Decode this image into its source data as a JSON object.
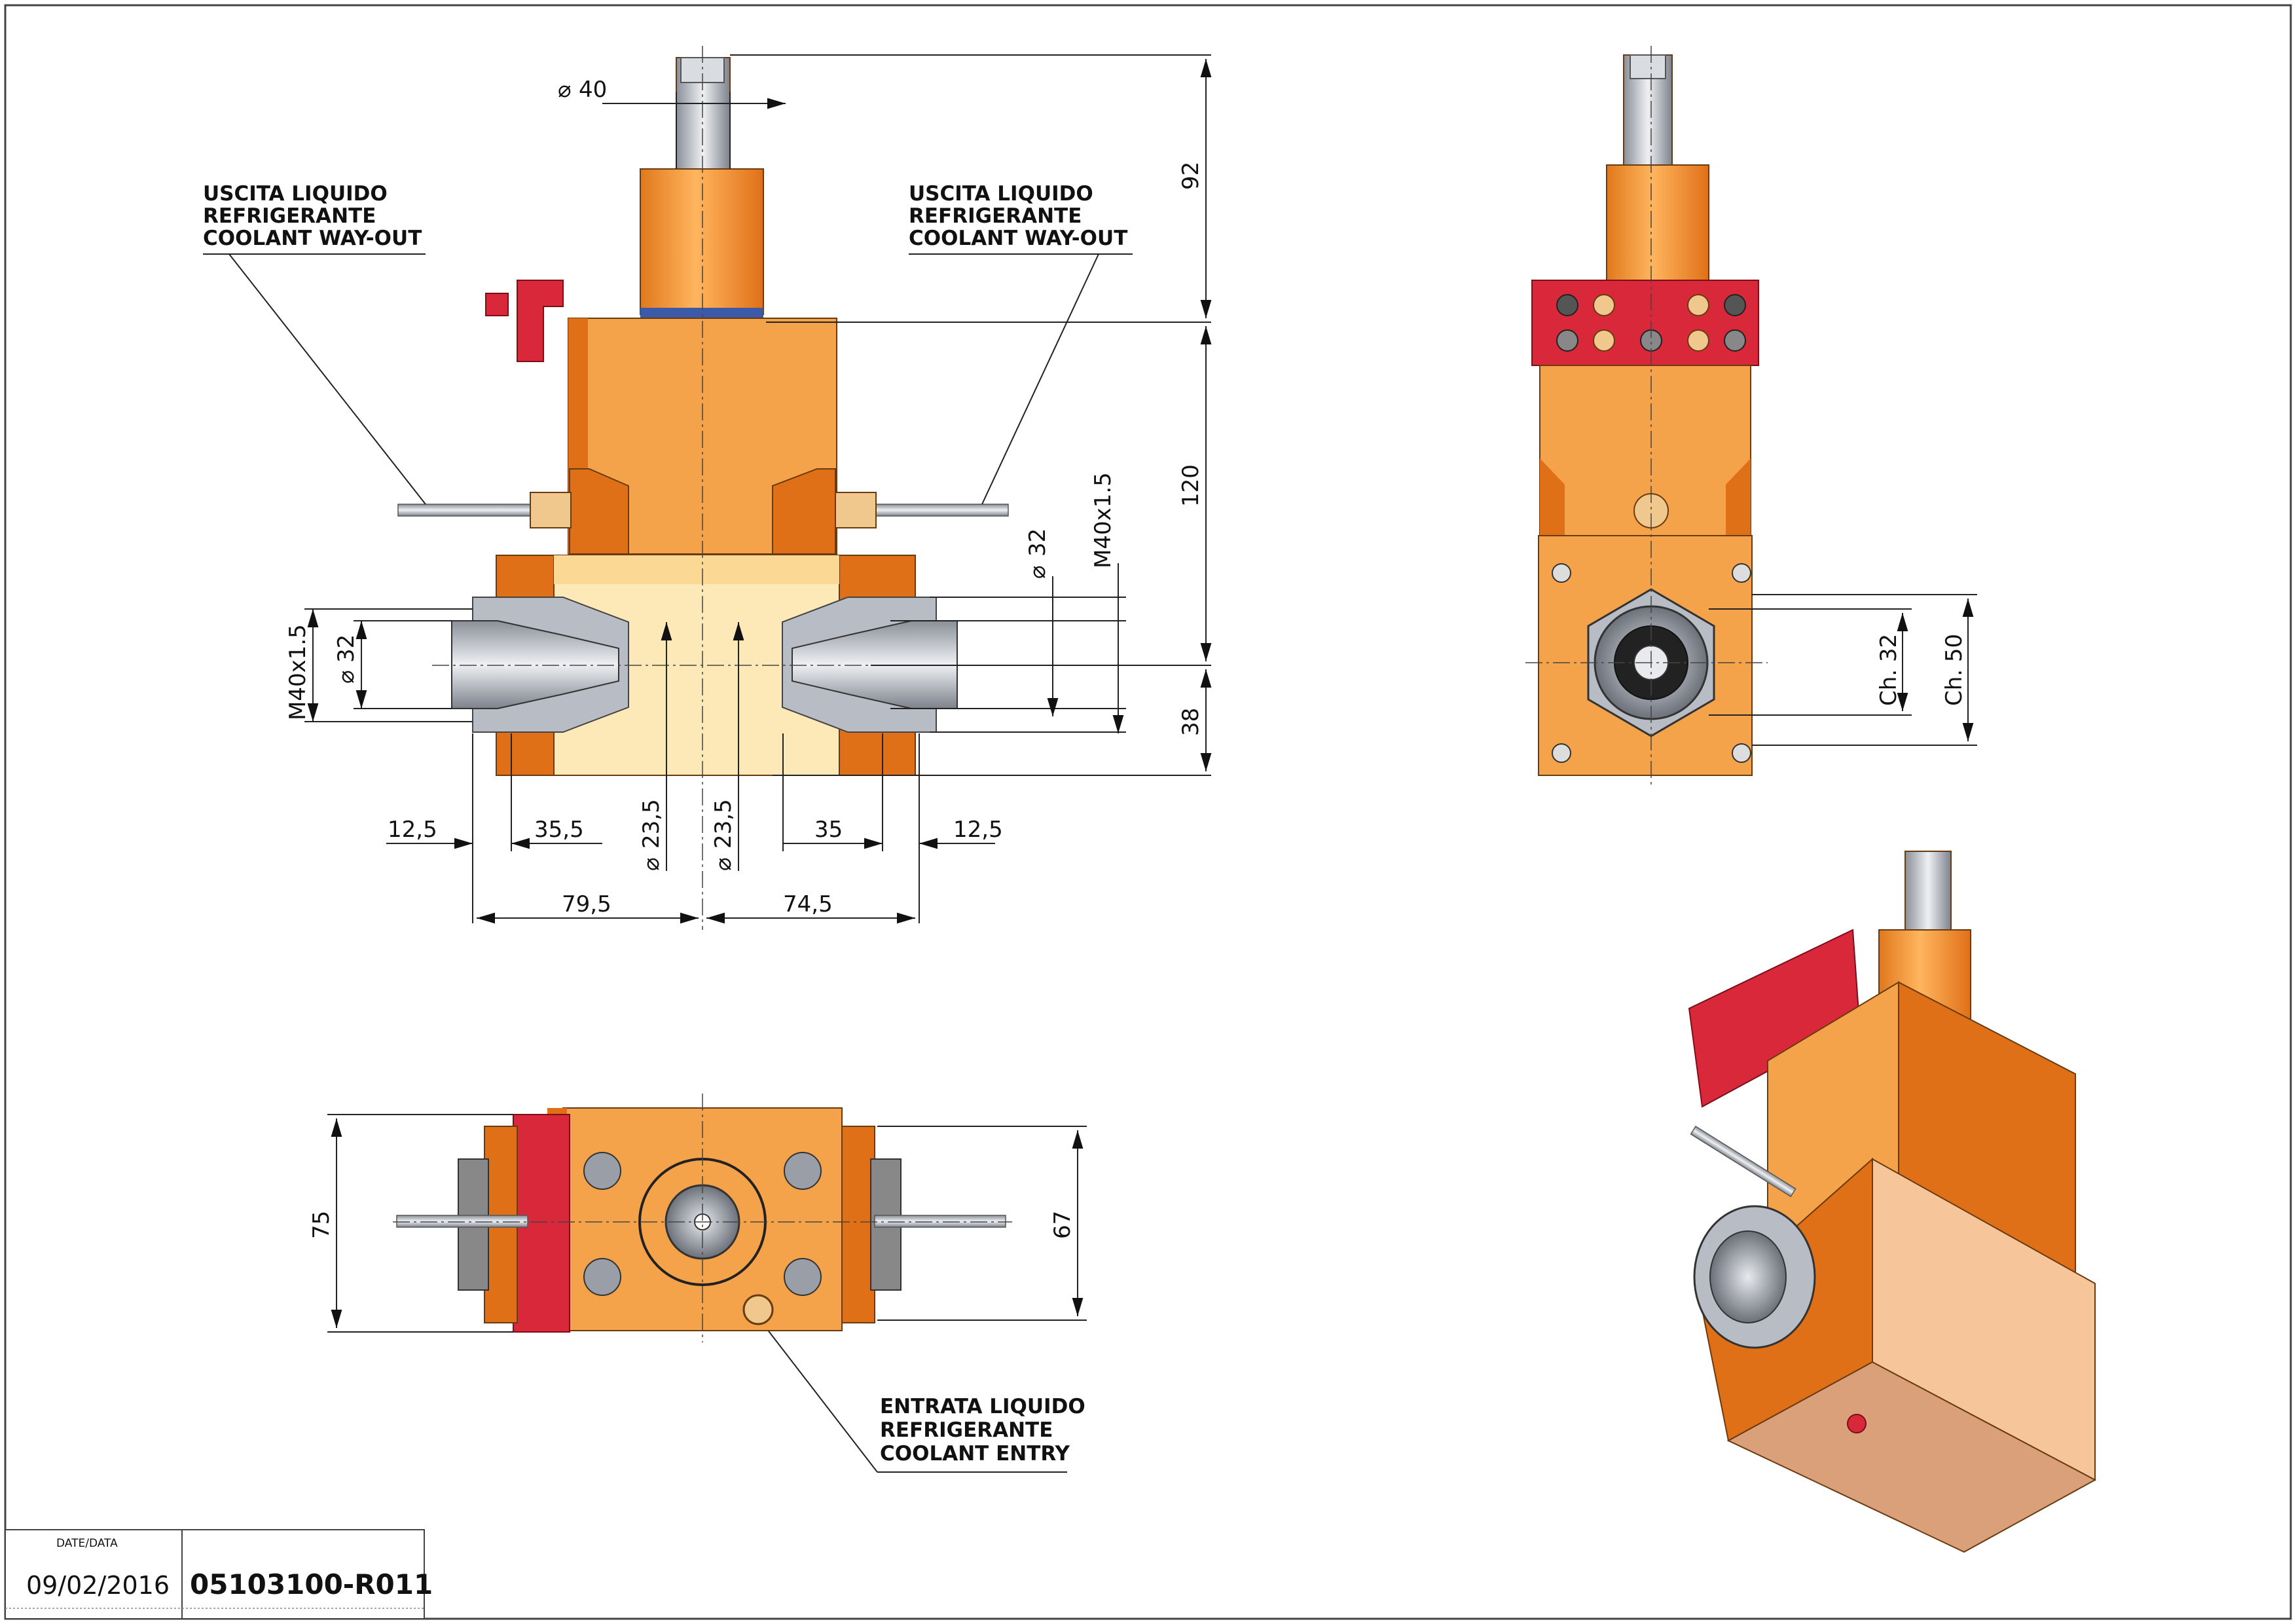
{
  "labels": {
    "coolant_out_left": [
      "USCITA LIQUIDO",
      "REFRIGERANTE",
      "COOLANT WAY-OUT"
    ],
    "coolant_out_right": [
      "USCITA LIQUIDO",
      "REFRIGERANTE",
      "COOLANT WAY-OUT"
    ],
    "coolant_entry": [
      "ENTRATA LIQUIDO",
      "REFRIGERANTE",
      "COOLANT ENTRY"
    ]
  },
  "dimensions": {
    "shaft_diameter": "40",
    "height_top": "92",
    "height_mid": "120",
    "height_bottom": "38",
    "bore_right": "32",
    "thread_right": "M40x1.5",
    "bore_left": "32",
    "thread_left": "M40x1.5",
    "left_offset": "12,5",
    "left_mid": "35,5",
    "bore_a": "23,5",
    "bore_b": "23,5",
    "right_mid": "35",
    "right_offset": "12,5",
    "left_total": "79,5",
    "right_total": "74,5",
    "side_ch32": "Ch. 32",
    "side_ch50": "Ch. 50",
    "bottom_width": "75",
    "bottom_height": "67"
  },
  "title_block": {
    "date_label": "DATE/DATA",
    "date": "09/02/2016",
    "code": "05103100-R011"
  },
  "colors": {
    "orange": "#f5a34a",
    "dark_orange": "#e07018",
    "cream": "#fde9b8",
    "red": "#d8283a",
    "steel": "#b8bcc4"
  }
}
